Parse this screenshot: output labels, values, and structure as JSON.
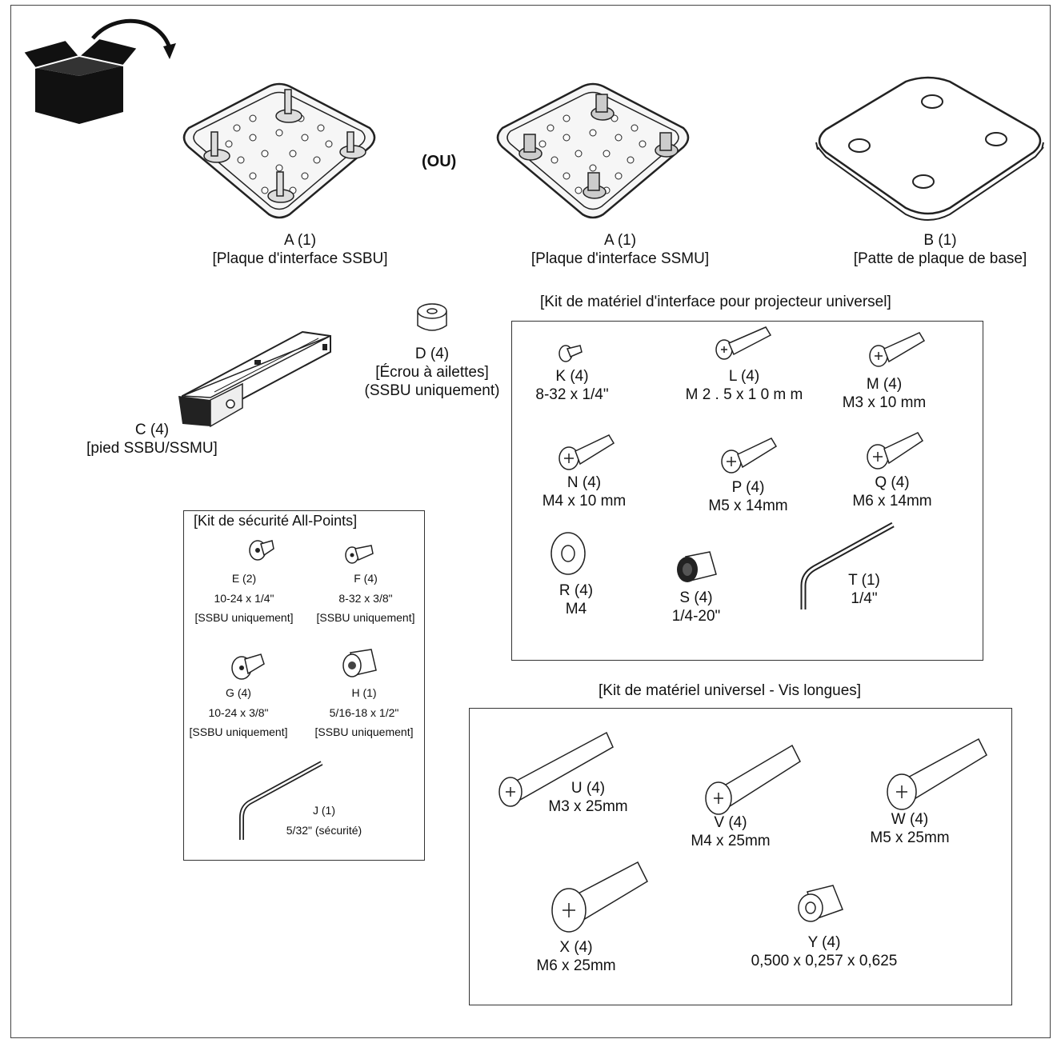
{
  "or_label": "(OU)",
  "parts": {
    "a1": {
      "id": "A (1)",
      "desc": "[Plaque d'interface SSBU]"
    },
    "a2": {
      "id": "A (1)",
      "desc": "[Plaque d'interface SSMU]"
    },
    "b": {
      "id": "B (1)",
      "desc": "[Patte de plaque de base]"
    },
    "c": {
      "id": "C (4)",
      "desc": "[pied SSBU/SSMU]"
    },
    "d": {
      "id": "D (4)",
      "desc": "[Écrou à ailettes]",
      "note": "(SSBU uniquement)"
    }
  },
  "security_kit": {
    "title": "[Kit de sécurité All-Points]",
    "items": [
      {
        "id": "E (2)",
        "size": "10-24 x 1/4\"",
        "note": "[SSBU uniquement]"
      },
      {
        "id": "F (4)",
        "size": "8-32 x 3/8\"",
        "note": "[SSBU uniquement]"
      },
      {
        "id": "G (4)",
        "size": "10-24 x 3/8\"",
        "note": "[SSBU uniquement]"
      },
      {
        "id": "H (1)",
        "size": "5/16-18 x 1/2\"",
        "note": "[SSBU uniquement]"
      },
      {
        "id": "J (1)",
        "size": "5/32\" (sécurité)"
      }
    ]
  },
  "interface_kit": {
    "title": "[Kit de matériel d'interface pour projecteur universel]",
    "items": [
      {
        "id": "K (4)",
        "size": "8-32 x 1/4\""
      },
      {
        "id": "L (4)",
        "size": "M 2 . 5 x 1 0 m m"
      },
      {
        "id": "M (4)",
        "size": "M3 x 10 mm"
      },
      {
        "id": "N (4)",
        "size": "M4 x 10 mm"
      },
      {
        "id": "P (4)",
        "size": "M5 x 14mm"
      },
      {
        "id": "Q (4)",
        "size": "M6 x 14mm"
      },
      {
        "id": "R (4)",
        "size": "M4"
      },
      {
        "id": "S (4)",
        "size": "1/4-20\""
      },
      {
        "id": "T (1)",
        "size": "1/4\""
      }
    ]
  },
  "long_screws_kit": {
    "title": "[Kit de matériel universel - Vis longues]",
    "items": [
      {
        "id": "U (4)",
        "size": "M3 x 25mm"
      },
      {
        "id": "V (4)",
        "size": "M4 x 25mm"
      },
      {
        "id": "W (4)",
        "size": "M5 x 25mm"
      },
      {
        "id": "X (4)",
        "size": "M6 x 25mm"
      },
      {
        "id": "Y (4)",
        "size": "0,500 x 0,257 x 0,625"
      }
    ]
  },
  "icons": {
    "unbox": "open-box-icon",
    "plate_ssbu": "interface-plate-ssbu-icon",
    "plate_ssmu": "interface-plate-ssmu-icon",
    "base_plate": "base-plate-icon",
    "foot": "foot-bracket-icon",
    "nut": "wing-nut-icon",
    "screw": "screw-icon",
    "washer": "washer-icon",
    "hex_key": "hex-key-icon",
    "spacer": "spacer-icon"
  }
}
